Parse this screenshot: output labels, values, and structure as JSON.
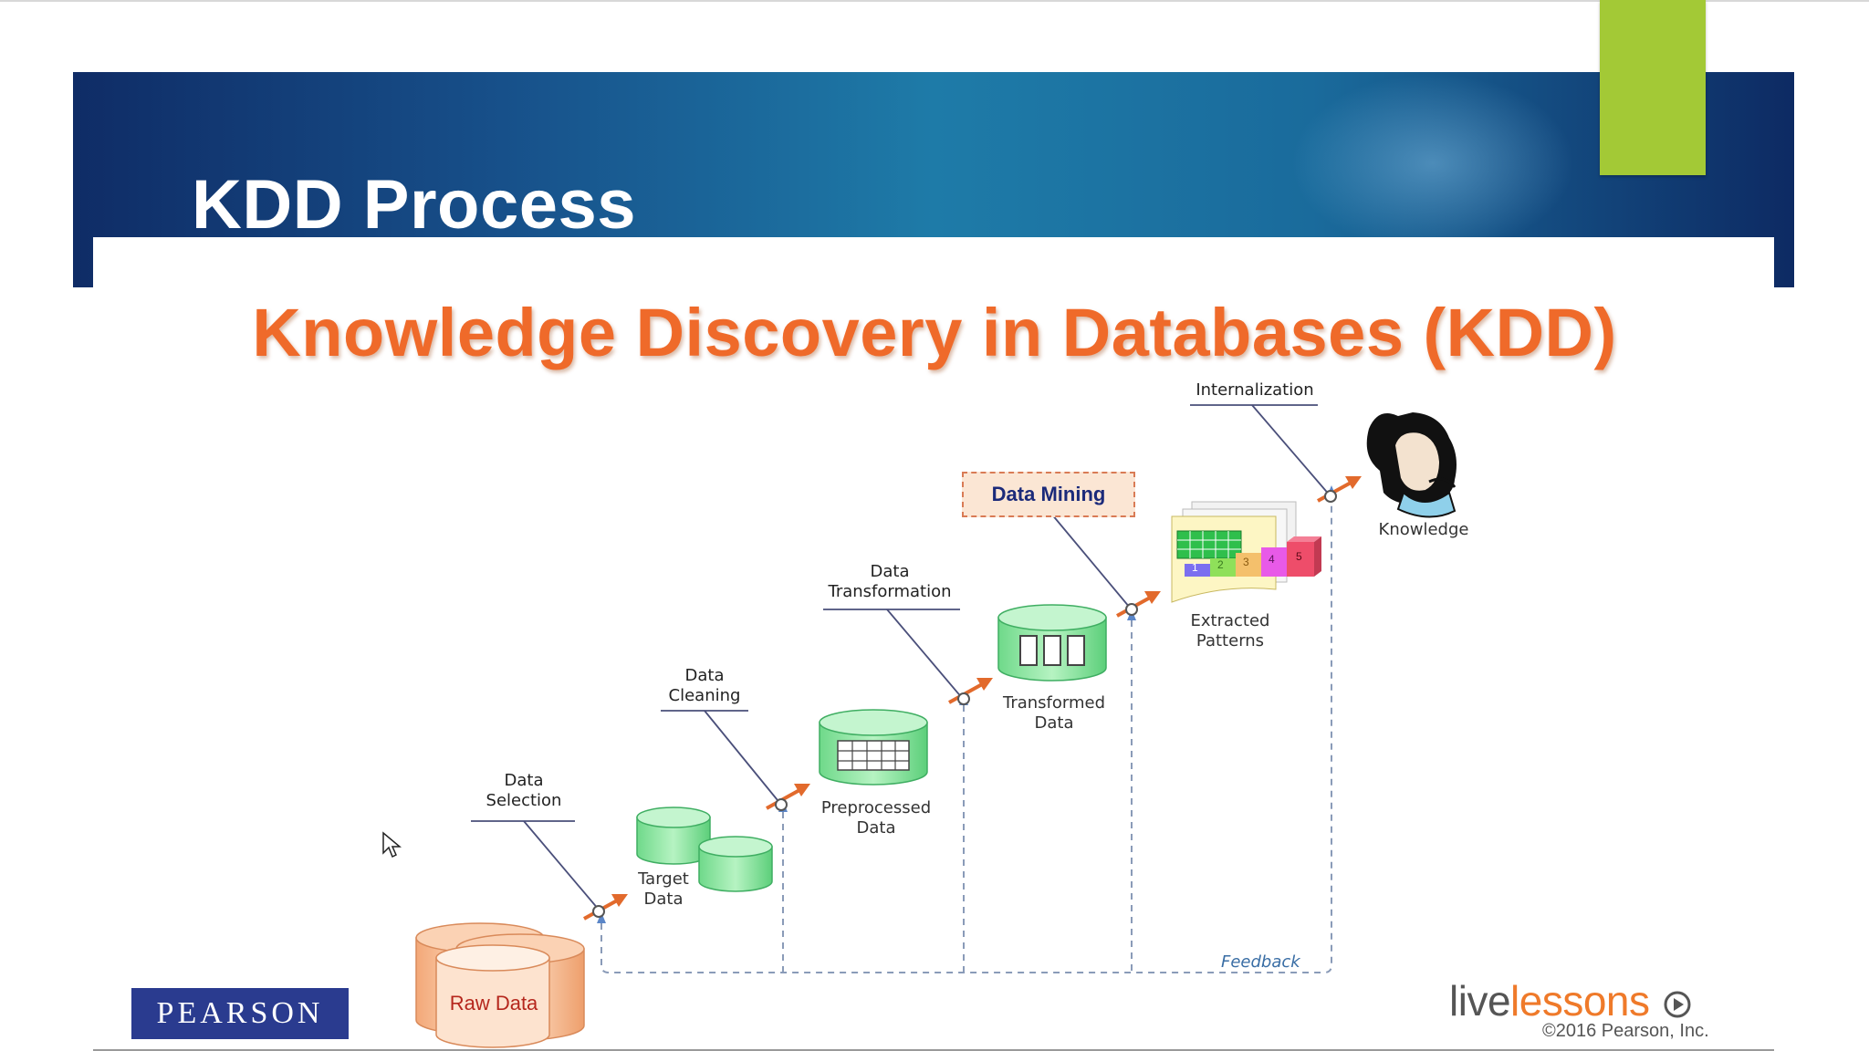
{
  "slide": {
    "title": "KDD Process"
  },
  "diagram": {
    "title": "Knowledge Discovery in Databases (KDD)",
    "steps": {
      "data_selection": "Data\nSelection",
      "data_cleaning": "Data\nCleaning",
      "data_transformation": "Data\nTransformation",
      "data_mining": "Data Mining",
      "internalization": "Internalization"
    },
    "stages": {
      "raw_data": "Raw Data",
      "target_data": "Target\nData",
      "preprocessed_data": "Preprocessed\nData",
      "transformed_data": "Transformed\nData",
      "extracted_patterns": "Extracted\nPatterns",
      "knowledge": "Knowledge"
    },
    "pattern_numbers": [
      "1",
      "2",
      "3",
      "4",
      "5"
    ],
    "feedback_label": "Feedback"
  },
  "branding": {
    "publisher": "PEARSON",
    "product_prefix": "live",
    "product_suffix": "lessons",
    "copyright": "©2016 Pearson, Inc."
  },
  "colors": {
    "title_orange": "#ef6a2a",
    "header_blue": "#17508a",
    "accent_green": "#a3c936",
    "cylinder_green": "#8ee6a0",
    "raw_data_peach": "#f8c8a4",
    "pearson_blue": "#2a3b8f"
  }
}
